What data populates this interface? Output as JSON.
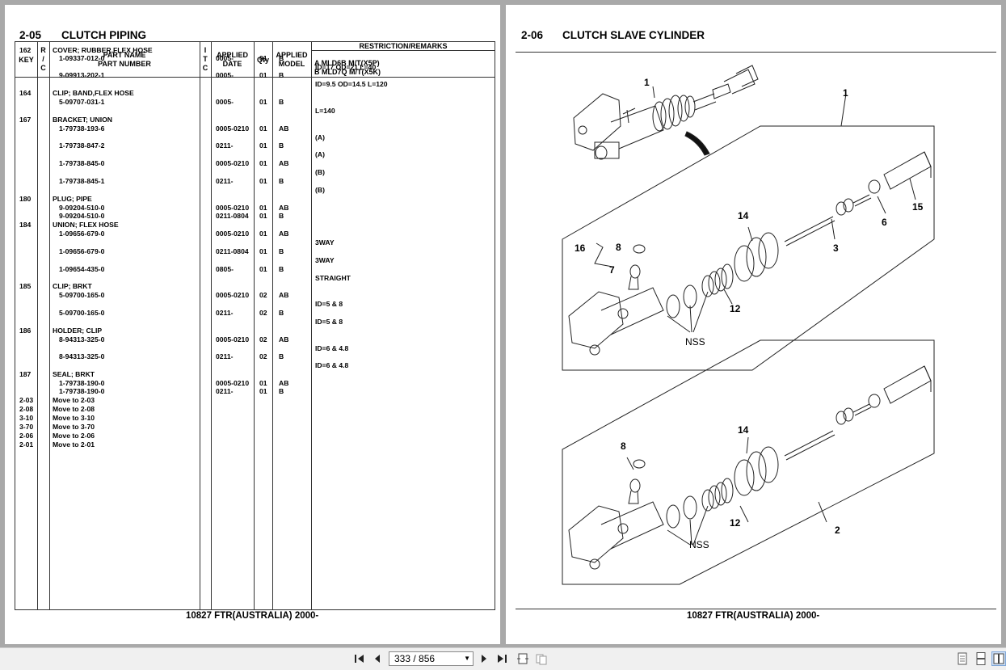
{
  "left_page": {
    "section_no": "2-05",
    "section_title": "CLUTCH PIPING",
    "footer": "10827 FTR(AUSTRALIA) 2000-",
    "headers": {
      "key": "KEY",
      "rc1": "R",
      "rc2": "/",
      "rc3": "C",
      "part1": "PART NAME",
      "part2": "PART NUMBER",
      "itc1": "I",
      "itc2": "T",
      "itc3": "C",
      "date1": "APPLIED",
      "date2": "DATE",
      "qty": "Qty",
      "model1": "APPLIED",
      "model2": "MODEL",
      "rem_title": "RESTRICTION/REMARKS",
      "rem_a": "A MLD6B M/T(X5P)",
      "rem_b": "B MLD7Q M/T(X5K)"
    },
    "rows": [
      {
        "key": "162",
        "name": "COVER; RUBBER,FLEX HOSE",
        "num": "",
        "date": "",
        "qty": "",
        "model": "",
        "rem": ""
      },
      {
        "key": "",
        "name": "",
        "num": "1-09337-012-0",
        "date": "0005-",
        "qty": "01",
        "model": "B",
        "rem": "ID=17 OD=21 L=40"
      },
      {
        "key": "",
        "name": "",
        "num": "9-09913-202-1",
        "date": "0005-",
        "qty": "01",
        "model": "B",
        "rem": "ID=9.5 OD=14.5 L=120"
      },
      {
        "key": "164",
        "name": "CLIP; BAND,FLEX HOSE",
        "num": "",
        "date": "",
        "qty": "",
        "model": "",
        "rem": ""
      },
      {
        "key": "",
        "name": "",
        "num": "5-09707-031-1",
        "date": "0005-",
        "qty": "01",
        "model": "B",
        "rem": "L=140"
      },
      {
        "key": "167",
        "name": "BRACKET; UNION",
        "num": "",
        "date": "",
        "qty": "",
        "model": "",
        "rem": ""
      },
      {
        "key": "",
        "name": "",
        "num": "1-79738-193-6",
        "date": "0005-0210",
        "qty": "01",
        "model": "AB",
        "rem": "(A)"
      },
      {
        "key": "",
        "name": "",
        "num": "1-79738-847-2",
        "date": "0211-",
        "qty": "01",
        "model": "B",
        "rem": "(A)"
      },
      {
        "key": "",
        "name": "",
        "num": "1-79738-845-0",
        "date": "0005-0210",
        "qty": "01",
        "model": "AB",
        "rem": "(B)"
      },
      {
        "key": "",
        "name": "",
        "num": "1-79738-845-1",
        "date": "0211-",
        "qty": "01",
        "model": "B",
        "rem": "(B)"
      },
      {
        "key": "180",
        "name": "PLUG; PIPE",
        "num": "",
        "date": "",
        "qty": "",
        "model": "",
        "rem": ""
      },
      {
        "key": "",
        "name": "",
        "num": "9-09204-510-0",
        "date": "0005-0210",
        "qty": "01",
        "model": "AB",
        "rem": ""
      },
      {
        "key": "",
        "name": "",
        "num": "9-09204-510-0",
        "date": "0211-0804",
        "qty": "01",
        "model": "B",
        "rem": ""
      },
      {
        "key": "184",
        "name": "UNION; FLEX HOSE",
        "num": "",
        "date": "",
        "qty": "",
        "model": "",
        "rem": ""
      },
      {
        "key": "",
        "name": "",
        "num": "1-09656-679-0",
        "date": "0005-0210",
        "qty": "01",
        "model": "AB",
        "rem": "3WAY"
      },
      {
        "key": "",
        "name": "",
        "num": "1-09656-679-0",
        "date": "0211-0804",
        "qty": "01",
        "model": "B",
        "rem": "3WAY"
      },
      {
        "key": "",
        "name": "",
        "num": "1-09654-435-0",
        "date": "0805-",
        "qty": "01",
        "model": "B",
        "rem": "STRAIGHT"
      },
      {
        "key": "185",
        "name": "CLIP; BRKT",
        "num": "",
        "date": "",
        "qty": "",
        "model": "",
        "rem": ""
      },
      {
        "key": "",
        "name": "",
        "num": "5-09700-165-0",
        "date": "0005-0210",
        "qty": "02",
        "model": "AB",
        "rem": "ID=5 & 8"
      },
      {
        "key": "",
        "name": "",
        "num": "5-09700-165-0",
        "date": "0211-",
        "qty": "02",
        "model": "B",
        "rem": "ID=5 & 8"
      },
      {
        "key": "186",
        "name": "HOLDER; CLIP",
        "num": "",
        "date": "",
        "qty": "",
        "model": "",
        "rem": ""
      },
      {
        "key": "",
        "name": "",
        "num": "8-94313-325-0",
        "date": "0005-0210",
        "qty": "02",
        "model": "AB",
        "rem": "ID=6 & 4.8"
      },
      {
        "key": "",
        "name": "",
        "num": "8-94313-325-0",
        "date": "0211-",
        "qty": "02",
        "model": "B",
        "rem": "ID=6 & 4.8"
      },
      {
        "key": "187",
        "name": "SEAL; BRKT",
        "num": "",
        "date": "",
        "qty": "",
        "model": "",
        "rem": ""
      },
      {
        "key": "",
        "name": "",
        "num": "1-79738-190-0",
        "date": "0005-0210",
        "qty": "01",
        "model": "AB",
        "rem": ""
      },
      {
        "key": "",
        "name": "",
        "num": "1-79738-190-0",
        "date": "0211-",
        "qty": "01",
        "model": "B",
        "rem": ""
      },
      {
        "key": "2-03",
        "name": "Move to 2-03",
        "num": "",
        "date": "",
        "qty": "",
        "model": "",
        "rem": ""
      },
      {
        "key": "2-08",
        "name": "Move to 2-08",
        "num": "",
        "date": "",
        "qty": "",
        "model": "",
        "rem": ""
      },
      {
        "key": "3-10",
        "name": "Move to 3-10",
        "num": "",
        "date": "",
        "qty": "",
        "model": "",
        "rem": ""
      },
      {
        "key": "3-70",
        "name": "Move to 3-70",
        "num": "",
        "date": "",
        "qty": "",
        "model": "",
        "rem": ""
      },
      {
        "key": "2-06",
        "name": "Move to 2-06",
        "num": "",
        "date": "",
        "qty": "",
        "model": "",
        "rem": ""
      },
      {
        "key": "2-01",
        "name": "Move to 2-01",
        "num": "",
        "date": "",
        "qty": "",
        "model": "",
        "rem": ""
      }
    ]
  },
  "right_page": {
    "section_no": "2-06",
    "section_title": "CLUTCH SLAVE CYLINDER",
    "footer": "10827 FTR(AUSTRALIA) 2000-",
    "callouts": {
      "c1a": "1",
      "c1b": "1",
      "c14a": "14",
      "c15": "15",
      "c16": "16",
      "c8a": "8",
      "c7": "7",
      "c6": "6",
      "c3": "3",
      "c12a": "12",
      "nssA": "NSS",
      "c14b": "14",
      "c8b": "8",
      "c12b": "12",
      "nssB": "NSS",
      "c2": "2"
    }
  },
  "toolbar": {
    "page_display": "333 / 856",
    "icons": [
      "first-page-icon",
      "prev-page-icon",
      "next-page-icon",
      "last-page-icon",
      "fit-width-icon",
      "fit-page-icon",
      "single-page-icon",
      "continuous-page-icon",
      "two-page-icon"
    ]
  }
}
